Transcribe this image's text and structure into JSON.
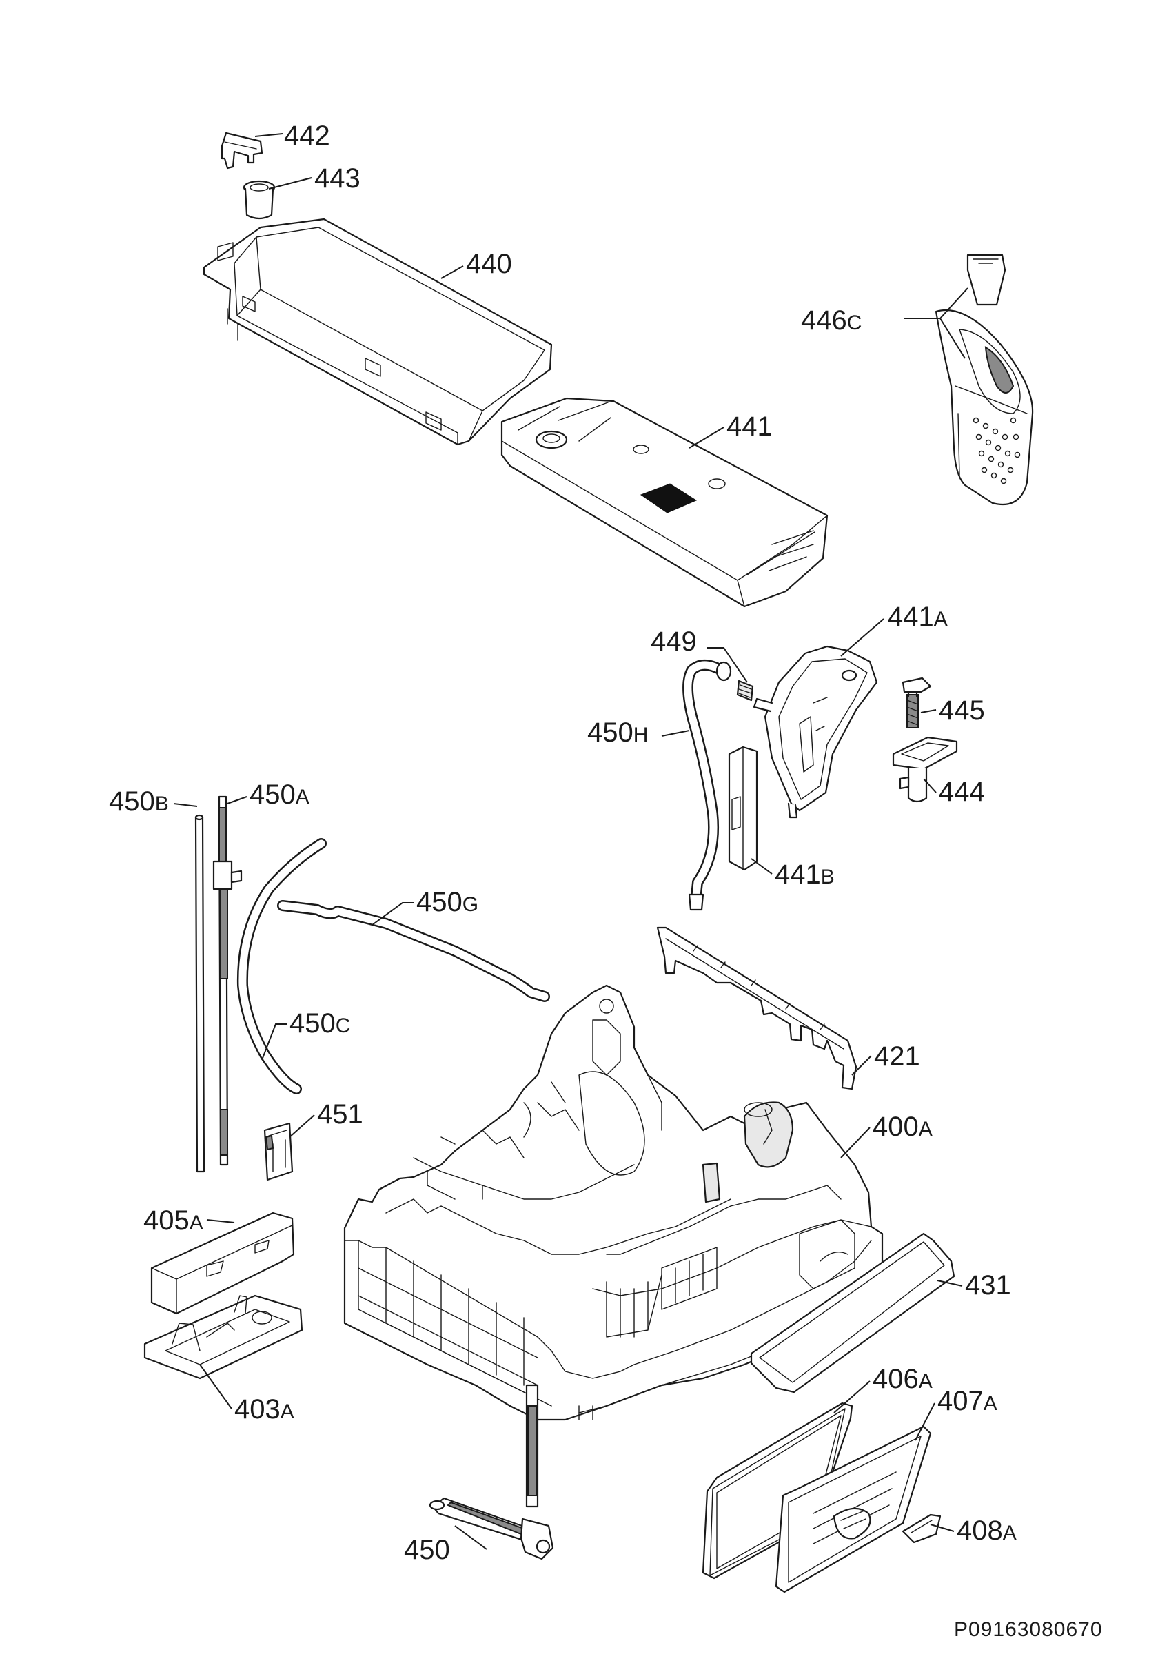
{
  "labels": {
    "p442": {
      "num": "442",
      "suf": ""
    },
    "p443": {
      "num": "443",
      "suf": ""
    },
    "p440": {
      "num": "440",
      "suf": ""
    },
    "p446c": {
      "num": "446",
      "suf": "C"
    },
    "p441": {
      "num": "441",
      "suf": ""
    },
    "p441a": {
      "num": "441",
      "suf": "A"
    },
    "p449": {
      "num": "449",
      "suf": ""
    },
    "p450h": {
      "num": "450",
      "suf": "H"
    },
    "p445": {
      "num": "445",
      "suf": ""
    },
    "p444": {
      "num": "444",
      "suf": ""
    },
    "p450a": {
      "num": "450",
      "suf": "A"
    },
    "p450b": {
      "num": "450",
      "suf": "B"
    },
    "p441b": {
      "num": "441",
      "suf": "B"
    },
    "p450g": {
      "num": "450",
      "suf": "G"
    },
    "p450c": {
      "num": "450",
      "suf": "C"
    },
    "p421": {
      "num": "421",
      "suf": ""
    },
    "p451": {
      "num": "451",
      "suf": ""
    },
    "p400a": {
      "num": "400",
      "suf": "A"
    },
    "p405a": {
      "num": "405",
      "suf": "A"
    },
    "p431": {
      "num": "431",
      "suf": ""
    },
    "p406a": {
      "num": "406",
      "suf": "A"
    },
    "p403a": {
      "num": "403",
      "suf": "A"
    },
    "p407a": {
      "num": "407",
      "suf": "A"
    },
    "p450": {
      "num": "450",
      "suf": ""
    },
    "p408a": {
      "num": "408",
      "suf": "A"
    }
  },
  "drawing_code": "P09163080670"
}
